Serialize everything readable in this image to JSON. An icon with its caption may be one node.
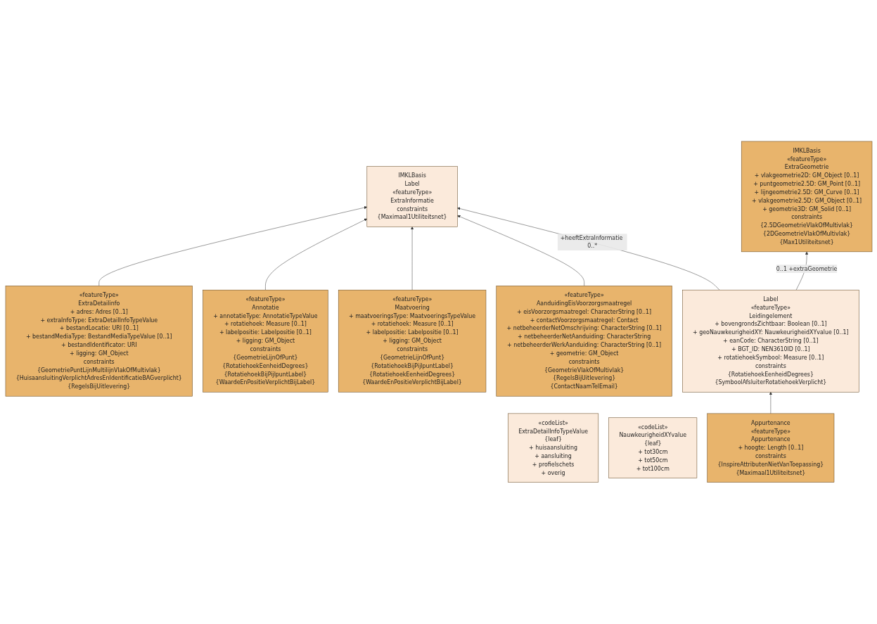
{
  "diagram": {
    "nodes": [
      {
        "text": [
          "«featureType»",
          "ExtraDetailinfo",
          "+ adres: Adres [0..1]",
          "+ extraInfoType: ExtraDetailInfoTypeValue",
          "+ bestandLocatie: URI [0..1]",
          "+ bestandMediaType: BestandMediaTypeValue [0..1]",
          "+ bestandIdentificator: URI",
          "+ ligging: GM_Object",
          "constraints",
          "{GeometriePuntLijnMultilijnVlakOfMultivlak}",
          "{HuisaansluitingVerplichtAdresEnIdentificatieBAGverplicht}",
          "{RegelsBijUitlevering}"
        ]
      },
      {
        "text": [
          "IMKLBasis",
          "Label",
          "«featureType»",
          "ExtraInformatie",
          "constraints",
          "{Maximaal1Utiliteitsnet}"
        ]
      },
      {
        "text": [
          "«featureType»",
          "Annotatie",
          "+ annotatieType: AnnotatieTypeValue",
          "+ rotatiehoek: Measure [0..1]",
          "+ labelpositie: Labelpositie [0..1]",
          "+ ligging: GM_Object",
          "constraints",
          "{GeometrieLijnOfPunt}",
          "{RotatiehoekEenheidDegrees}",
          "{RotatiehoekBijPijlpuntLabel}",
          "{WaardeEnPositieVerplichtBijLabel}"
        ]
      },
      {
        "text": [
          "«codeList»",
          "ExtraDetailInfoTypeValue",
          "{leaf}",
          "+ huisaansluiting",
          "+ aansluiting",
          "+ profielschets",
          "+ overig"
        ]
      },
      {
        "text": [
          "Label",
          "«featureType»",
          "Leidingelement",
          "+ bovengrondsZichtbaar: Boolean [0..1]",
          "+ geoNauwkeurigheidXY: NauwkeurigheidXYvalue [0..1]",
          "+ eanCode: CharacterString [0..1]",
          "+ BGT_ID: NEN3610ID [0..1]",
          "+ rotatiehoekSymbool: Measure [0..1]",
          "constraints",
          "{RotatiehoekEenheidDegrees}",
          "{SymboolAfsluiterRotatiehoekVerplicht}"
        ]
      },
      {
        "text": [
          "«featureType»",
          "Maatvoering",
          "+ maatvoeringsType: MaatvoeringsTypeValue",
          "+ rotatiehoek: Measure [0..1]",
          "+ labelpositie: Labelpositie [0..1]",
          "+ ligging: GM_Object",
          "constraints",
          "{GeometrieLijnOfPunt}",
          "{RotatiehoekBijPijlpuntLabel}",
          "{RotatiehoekEenheidDegrees}",
          "{WaardeEnPositieVerplichtBijLabel}"
        ]
      },
      {
        "text": [
          "«codeList»",
          "NauwkeurigheidXYvalue",
          "{leaf}",
          "+ tot30cm",
          "+ tot50cm",
          "+ tot100cm"
        ]
      },
      {
        "text": [
          "«featureType»",
          "AanduidingEisVoorzorgsmaatregel",
          "+ eisVoorzorgsmaatregel: CharacterString [0..1]",
          "+ contactVoorzorgsmaatregel: Contact",
          "+ netbeheerderNetOmschrijving: CharacterString [0..1]",
          "+ netbeheerderNetAanduiding: CharacterString",
          "+ netbeheerderWerkAanduiding: CharacterString [0..1]",
          "+ geometrie: GM_Object",
          "constraints",
          "{GeometrieVlakOfMultivlak}",
          "{RegelsBijUitlevering}",
          "{ContactNaamTelEmail}"
        ]
      },
      {
        "text": [
          "IMKLBasis",
          "«featureType»",
          "ExtraGeometrie",
          "+ vlakgeometrie2D: GM_Object [0..1]",
          "+ puntgeometrie2.5D: GM_Point [0..1]",
          "+ lijngeometrie2.5D: GM_Curve [0..1]",
          "+ vlakgeometrie2.5D: GM_Object [0..1]",
          "+ geometrie3D: GM_Solid [0..1]",
          "constraints",
          "{2.5DGeometrieVlakOfMultivlak}",
          "{2DGeometrieVlakOfMultivlak}",
          "{Max1Utiliteitsnet}"
        ]
      },
      {
        "text": [
          "Appurtenance",
          "«featureType»",
          "Appurtenance",
          "+ hoogte: Length [0..1]",
          "constraints",
          "{InspireAttributenNietVanToepassing}",
          "{Maximaal1Utiliteitsnet}"
        ]
      }
    ],
    "edges": [
      {
        "from": 0,
        "to": 1,
        "arrow": "to"
      },
      {
        "from": 2,
        "to": 1,
        "arrow": "to"
      },
      {
        "from": 5,
        "to": 1,
        "arrow": "to"
      },
      {
        "from": 7,
        "to": 1,
        "arrow": "to"
      },
      {
        "from": 4,
        "to": 1,
        "arrow": "to",
        "label": "+heeftExtraInformatie 0..*"
      },
      {
        "from": 4,
        "to": 8,
        "arrow": "to",
        "label": "0..1 +extraGeometrie"
      },
      {
        "from": 9,
        "to": 4,
        "arrow": "to"
      }
    ]
  }
}
